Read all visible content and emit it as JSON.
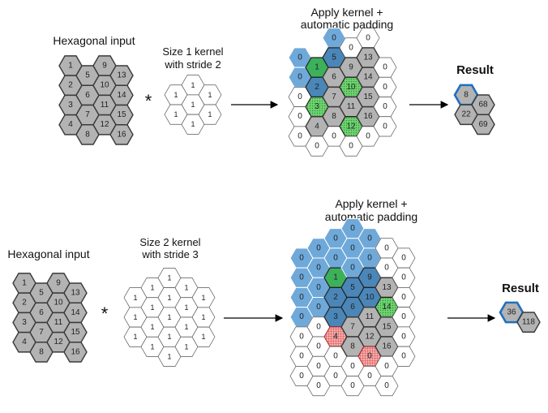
{
  "colors": {
    "input": "#b3b3b3",
    "input_stroke": "#3a3a3a",
    "blue_light": "#6fa9d9",
    "blue_dark": "#4a86b8",
    "green_dark": "#3cb15a",
    "green_light": "#6fd46f",
    "red": "#e05050",
    "result_border": "#1f6fbf"
  },
  "labels": {
    "hex_input": "Hexagonal input",
    "k1_line1": "Size 1 kernel",
    "k1_line2": "with stride 2",
    "k2_line1": "Size 2 kernel",
    "k2_line2": "with stride 3",
    "apply_line1": "Apply kernel +",
    "apply_line2": "automatic padding",
    "result": "Result",
    "operator": "*"
  },
  "input_grid": {
    "columns": [
      [
        "1",
        "2",
        "3",
        "4"
      ],
      [
        "5",
        "6",
        "7",
        "8"
      ],
      [
        "9",
        "10",
        "11",
        "12"
      ],
      [
        "13",
        "14",
        "15",
        "16"
      ]
    ]
  },
  "kernel1": {
    "values": [
      "1",
      "1",
      "1",
      "1",
      "1",
      "1",
      "1"
    ]
  },
  "kernel2": {
    "values": [
      "1",
      "1",
      "1",
      "1",
      "1",
      "1",
      "1",
      "1",
      "1",
      "1",
      "1",
      "1",
      "1",
      "1",
      "1",
      "1",
      "1",
      "1",
      "1"
    ]
  },
  "padded1": {
    "cells": [
      {
        "c": 0,
        "r": 0,
        "t": "0",
        "k": "bl"
      },
      {
        "c": 0,
        "r": 1,
        "t": "0",
        "k": "bl"
      },
      {
        "c": 0,
        "r": 2,
        "t": "0",
        "k": "p"
      },
      {
        "c": 0,
        "r": 3,
        "t": "0",
        "k": "p"
      },
      {
        "c": 0,
        "r": 4,
        "t": "0",
        "k": "p"
      },
      {
        "c": 1,
        "r": 0,
        "t": "1",
        "k": "gd"
      },
      {
        "c": 1,
        "r": 1,
        "t": "2",
        "k": "bd"
      },
      {
        "c": 1,
        "r": 2,
        "t": "3",
        "k": "gl"
      },
      {
        "c": 1,
        "r": 3,
        "t": "4",
        "k": "in"
      },
      {
        "c": 1,
        "r": 4,
        "t": "0",
        "k": "p"
      },
      {
        "c": 2,
        "r": -1,
        "t": "0",
        "k": "bl"
      },
      {
        "c": 2,
        "r": 0,
        "t": "5",
        "k": "bd"
      },
      {
        "c": 2,
        "r": 1,
        "t": "6",
        "k": "in"
      },
      {
        "c": 2,
        "r": 2,
        "t": "7",
        "k": "in"
      },
      {
        "c": 2,
        "r": 3,
        "t": "8",
        "k": "in"
      },
      {
        "c": 2,
        "r": 4,
        "t": "0",
        "k": "p"
      },
      {
        "c": 3,
        "r": -1,
        "t": "0",
        "k": "p"
      },
      {
        "c": 3,
        "r": 0,
        "t": "9",
        "k": "in"
      },
      {
        "c": 3,
        "r": 1,
        "t": "10",
        "k": "gl"
      },
      {
        "c": 3,
        "r": 2,
        "t": "11",
        "k": "in"
      },
      {
        "c": 3,
        "r": 3,
        "t": "12",
        "k": "gl"
      },
      {
        "c": 3,
        "r": 4,
        "t": "0",
        "k": "p"
      },
      {
        "c": 4,
        "r": -1,
        "t": "0",
        "k": "p"
      },
      {
        "c": 4,
        "r": 0,
        "t": "13",
        "k": "in"
      },
      {
        "c": 4,
        "r": 1,
        "t": "14",
        "k": "in"
      },
      {
        "c": 4,
        "r": 2,
        "t": "15",
        "k": "in"
      },
      {
        "c": 4,
        "r": 3,
        "t": "16",
        "k": "in"
      },
      {
        "c": 4,
        "r": 4,
        "t": "0",
        "k": "p"
      },
      {
        "c": 5,
        "r": 0,
        "t": "0",
        "k": "p"
      },
      {
        "c": 5,
        "r": 1,
        "t": "0",
        "k": "p"
      },
      {
        "c": 5,
        "r": 2,
        "t": "0",
        "k": "p"
      },
      {
        "c": 5,
        "r": 3,
        "t": "0",
        "k": "p"
      }
    ]
  },
  "result1": {
    "cells": [
      {
        "c": 0,
        "r": 0,
        "t": "8",
        "k": "hl"
      },
      {
        "c": 0,
        "r": 1,
        "t": "22",
        "k": "in"
      },
      {
        "c": 1,
        "r": 0,
        "t": "68",
        "k": "in"
      },
      {
        "c": 1,
        "r": 1,
        "t": "69",
        "k": "in"
      }
    ]
  },
  "padded2": {
    "cells": [
      {
        "c": 0,
        "r": 0,
        "t": "0",
        "k": "bl"
      },
      {
        "c": 0,
        "r": 1,
        "t": "0",
        "k": "bl"
      },
      {
        "c": 0,
        "r": 2,
        "t": "0",
        "k": "bl"
      },
      {
        "c": 0,
        "r": 3,
        "t": "0",
        "k": "bl"
      },
      {
        "c": 0,
        "r": 4,
        "t": "0",
        "k": "p"
      },
      {
        "c": 0,
        "r": 5,
        "t": "0",
        "k": "p"
      },
      {
        "c": 0,
        "r": 6,
        "t": "0",
        "k": "p"
      },
      {
        "c": 1,
        "r": -1,
        "t": "0",
        "k": "bl"
      },
      {
        "c": 1,
        "r": 0,
        "t": "0",
        "k": "bl"
      },
      {
        "c": 1,
        "r": 1,
        "t": "0",
        "k": "bl"
      },
      {
        "c": 1,
        "r": 2,
        "t": "0",
        "k": "bl"
      },
      {
        "c": 1,
        "r": 3,
        "t": "0",
        "k": "p"
      },
      {
        "c": 1,
        "r": 4,
        "t": "0",
        "k": "p"
      },
      {
        "c": 1,
        "r": 5,
        "t": "0",
        "k": "p"
      },
      {
        "c": 1,
        "r": 6,
        "t": "0",
        "k": "p"
      },
      {
        "c": 2,
        "r": -1,
        "t": "0",
        "k": "bl"
      },
      {
        "c": 2,
        "r": 0,
        "t": "0",
        "k": "bl"
      },
      {
        "c": 2,
        "r": 1,
        "t": "1",
        "k": "gd"
      },
      {
        "c": 2,
        "r": 2,
        "t": "2",
        "k": "bd"
      },
      {
        "c": 2,
        "r": 3,
        "t": "3",
        "k": "bd"
      },
      {
        "c": 2,
        "r": 4,
        "t": "4",
        "k": "rd"
      },
      {
        "c": 2,
        "r": 5,
        "t": "0",
        "k": "p"
      },
      {
        "c": 2,
        "r": 6,
        "t": "0",
        "k": "p"
      },
      {
        "c": 3,
        "r": -2,
        "t": "0",
        "k": "bl"
      },
      {
        "c": 3,
        "r": -1,
        "t": "0",
        "k": "bl"
      },
      {
        "c": 3,
        "r": 0,
        "t": "0",
        "k": "bl"
      },
      {
        "c": 3,
        "r": 1,
        "t": "5",
        "k": "bd"
      },
      {
        "c": 3,
        "r": 2,
        "t": "6",
        "k": "bd"
      },
      {
        "c": 3,
        "r": 3,
        "t": "7",
        "k": "in"
      },
      {
        "c": 3,
        "r": 4,
        "t": "8",
        "k": "in"
      },
      {
        "c": 3,
        "r": 5,
        "t": "0",
        "k": "p"
      },
      {
        "c": 3,
        "r": 6,
        "t": "0",
        "k": "p"
      },
      {
        "c": 4,
        "r": -1,
        "t": "0",
        "k": "bl"
      },
      {
        "c": 4,
        "r": 0,
        "t": "0",
        "k": "bl"
      },
      {
        "c": 4,
        "r": 1,
        "t": "9",
        "k": "bd"
      },
      {
        "c": 4,
        "r": 2,
        "t": "10",
        "k": "bd"
      },
      {
        "c": 4,
        "r": 3,
        "t": "11",
        "k": "in"
      },
      {
        "c": 4,
        "r": 4,
        "t": "12",
        "k": "in"
      },
      {
        "c": 4,
        "r": 5,
        "t": "0",
        "k": "rd"
      },
      {
        "c": 4,
        "r": 6,
        "t": "0",
        "k": "p"
      },
      {
        "c": 5,
        "r": -1,
        "t": "0",
        "k": "p"
      },
      {
        "c": 5,
        "r": 0,
        "t": "0",
        "k": "p"
      },
      {
        "c": 5,
        "r": 1,
        "t": "13",
        "k": "in"
      },
      {
        "c": 5,
        "r": 2,
        "t": "14",
        "k": "gl"
      },
      {
        "c": 5,
        "r": 3,
        "t": "15",
        "k": "in"
      },
      {
        "c": 5,
        "r": 4,
        "t": "16",
        "k": "in"
      },
      {
        "c": 5,
        "r": 5,
        "t": "0",
        "k": "p"
      },
      {
        "c": 5,
        "r": 6,
        "t": "0",
        "k": "p"
      },
      {
        "c": 6,
        "r": 0,
        "t": "0",
        "k": "p"
      },
      {
        "c": 6,
        "r": 1,
        "t": "0",
        "k": "p"
      },
      {
        "c": 6,
        "r": 2,
        "t": "0",
        "k": "p"
      },
      {
        "c": 6,
        "r": 3,
        "t": "0",
        "k": "p"
      },
      {
        "c": 6,
        "r": 4,
        "t": "0",
        "k": "p"
      },
      {
        "c": 6,
        "r": 5,
        "t": "0",
        "k": "p"
      }
    ]
  },
  "result2": {
    "cells": [
      {
        "c": 0,
        "r": 0,
        "t": "36",
        "k": "hl"
      },
      {
        "c": 1,
        "r": 0,
        "t": "118",
        "k": "in"
      }
    ]
  }
}
